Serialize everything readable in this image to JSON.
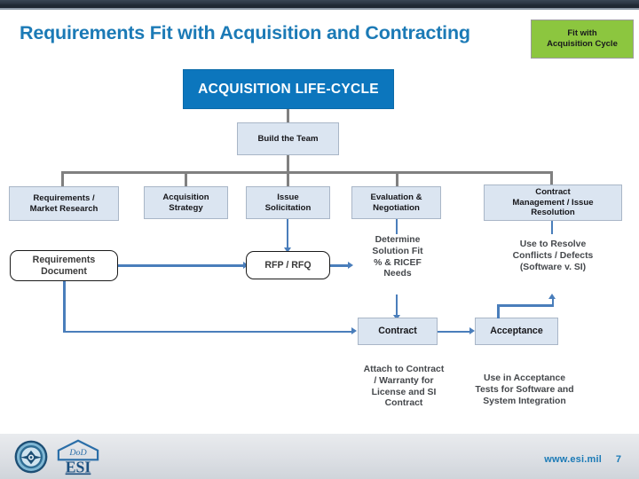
{
  "slide": {
    "title": "Requirements Fit with Acquisition and Contracting",
    "page_number": "7",
    "url": "www.esi.mil",
    "colors": {
      "title_blue": "#1b7ab6",
      "header_box_blue": "#0c76bd",
      "badge_green": "#8cc63f",
      "light_box_blue": "#dbe5f1",
      "connector_gray": "#808080",
      "connector_blue": "#4a7ebb"
    }
  },
  "badge": {
    "line1": "Fit with",
    "line2": "Acquisition Cycle"
  },
  "diagram": {
    "header": "ACQUISITION LIFE-CYCLE",
    "build_team": "Build the Team",
    "phases": [
      {
        "line1": "Requirements /",
        "line2": "Market Research"
      },
      {
        "line1": "Acquisition",
        "line2": "Strategy"
      },
      {
        "line1": "Issue",
        "line2": "Solicitation"
      },
      {
        "line1": "Evaluation &",
        "line2": "Negotiation"
      },
      {
        "line1": "Contract",
        "line2": "Management / Issue",
        "line3": "Resolution"
      }
    ],
    "artifacts": {
      "requirements_document": {
        "line1": "Requirements",
        "line2": "Document"
      },
      "rfp_rfq": "RFP / RFQ",
      "contract": "Contract",
      "acceptance": "Acceptance"
    },
    "captions": {
      "determine_solution_fit": {
        "line1": "Determine",
        "line2": "Solution Fit",
        "line3": "% & RICEF",
        "line4": "Needs"
      },
      "use_to_resolve": {
        "line1": "Use to Resolve",
        "line2": "Conflicts / Defects",
        "line3": "(Software v. SI)"
      },
      "attach_to_contract": {
        "line1": "Attach to Contract",
        "line2": "/ Warranty for",
        "line3": "License and SI",
        "line4": "Contract"
      },
      "use_in_acceptance": {
        "line1": "Use in Acceptance",
        "line2": "Tests for Software and",
        "line3": "System Integration"
      }
    }
  },
  "footer": {
    "seal_icon": "dod-seal-icon",
    "logo_icon": "dod-esi-logo-icon"
  }
}
